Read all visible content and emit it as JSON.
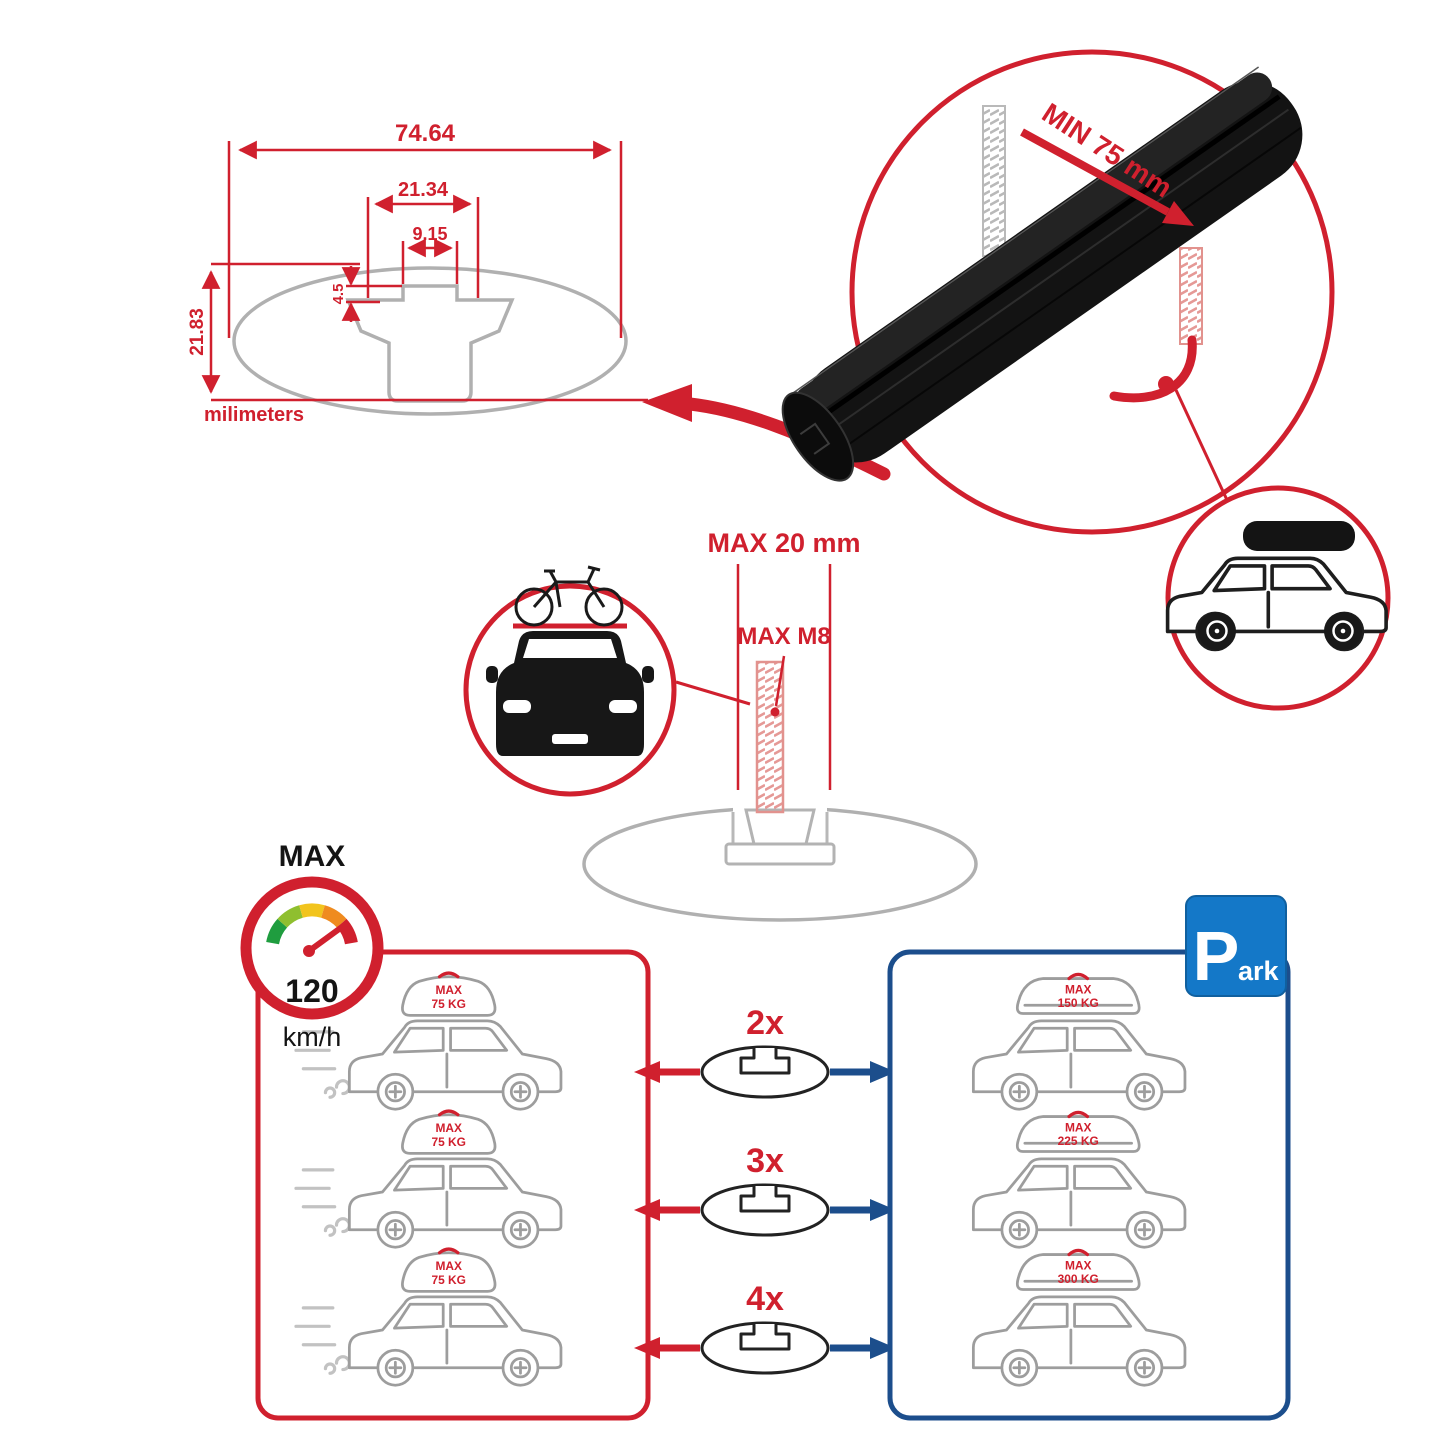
{
  "colors": {
    "accent_red": "#d0202e",
    "accent_blue": "#1c4e8c",
    "sign_blue": "#1478c8",
    "outline_gray": "#b0b0b0",
    "bar_black": "#131313"
  },
  "dimension_diagram": {
    "total_width": "74.64",
    "channel_width": "21.34",
    "slot_width": "9.15",
    "slot_depth": "4.5",
    "profile_height": "21.83",
    "unit": "milimeters"
  },
  "clamp_detail": {
    "min_spacing": "MIN 75 mm"
  },
  "bolt_detail": {
    "max_length": "MAX 20 mm",
    "max_thread": "MAX M8"
  },
  "speed_limit": {
    "label": "MAX",
    "value": "120",
    "unit": "km/h"
  },
  "driving_cars": [
    {
      "label": "MAX",
      "weight": "75 KG"
    },
    {
      "label": "MAX",
      "weight": "75 KG"
    },
    {
      "label": "MAX",
      "weight": "75 KG"
    }
  ],
  "multipliers": [
    "2x",
    "3x",
    "4x"
  ],
  "parked_cars": [
    {
      "label": "MAX",
      "weight": "150 KG"
    },
    {
      "label": "MAX",
      "weight": "225 KG"
    },
    {
      "label": "MAX",
      "weight": "300 KG"
    }
  ],
  "park_sign": {
    "letter": "P",
    "suffix": "ark"
  }
}
